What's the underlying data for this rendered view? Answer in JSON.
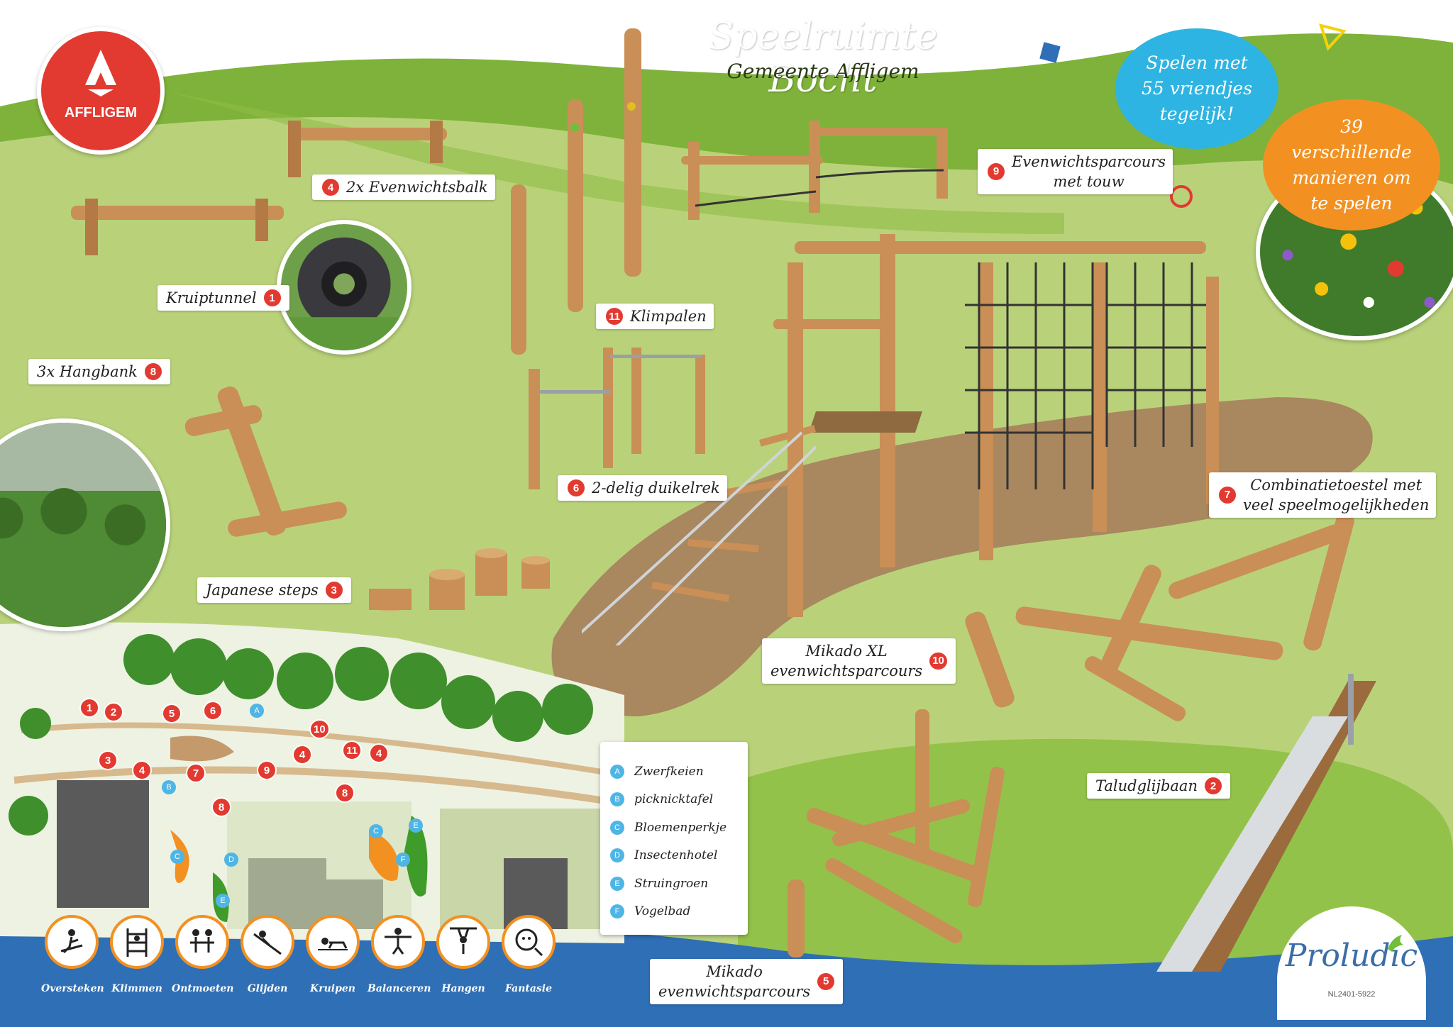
{
  "header": {
    "title": "Speelruimte Bocht",
    "subtitle": "Gemeente Affligem"
  },
  "logo": {
    "text": "AFFLIGEM"
  },
  "bubbles": {
    "blue": [
      "Spelen met",
      "55 vriendjes",
      "tegelijk!"
    ],
    "orange": [
      "39",
      "verschillende",
      "manieren om",
      "te spelen"
    ]
  },
  "items": {
    "kruiptunnel": {
      "label": "Kruiptunnel",
      "num": "1"
    },
    "taludglijbaan": {
      "label": "Taludglijbaan",
      "num": "2"
    },
    "japanese_steps": {
      "label": "Japanese steps",
      "num": "3"
    },
    "evenwichtsbalk": {
      "label": "2x Evenwichtsbalk",
      "num": "4"
    },
    "mikado": {
      "label": "Mikado",
      "label2": "evenwichtsparcours",
      "num": "5"
    },
    "duikelrek": {
      "label": "2-delig duikelrek",
      "num": "6"
    },
    "combinatie": {
      "label": "Combinatietoestel met",
      "label2": "veel speelmogelijkheden",
      "num": "7"
    },
    "hangbank": {
      "label": "3x Hangbank",
      "num": "8"
    },
    "touw": {
      "label": "Evenwichtsparcours",
      "label2": "met touw",
      "num": "9"
    },
    "mikado_xl": {
      "label": "Mikado XL",
      "label2": "evenwichtsparcours",
      "num": "10"
    },
    "klimpalen": {
      "label": "Klimpalen",
      "num": "11"
    }
  },
  "legend": [
    {
      "key": "A",
      "label": "Zwerfkeien"
    },
    {
      "key": "B",
      "label": "picknicktafel"
    },
    {
      "key": "C",
      "label": "Bloemenperkje"
    },
    {
      "key": "D",
      "label": "Insectenhotel"
    },
    {
      "key": "E",
      "label": "Struingroen"
    },
    {
      "key": "F",
      "label": "Vogelbad"
    }
  ],
  "activities": [
    {
      "label": "Oversteken",
      "icon": "crossing-icon"
    },
    {
      "label": "Klimmen",
      "icon": "climbing-icon"
    },
    {
      "label": "Ontmoeten",
      "icon": "meeting-icon"
    },
    {
      "label": "Glijden",
      "icon": "sliding-icon"
    },
    {
      "label": "Kruipen",
      "icon": "crawling-icon"
    },
    {
      "label": "Balanceren",
      "icon": "balancing-icon"
    },
    {
      "label": "Hangen",
      "icon": "hanging-icon"
    },
    {
      "label": "Fantasie",
      "icon": "fantasy-icon"
    }
  ],
  "map": {
    "markers": [
      "1",
      "2",
      "3",
      "4",
      "4",
      "4",
      "5",
      "6",
      "7",
      "8",
      "8",
      "9",
      "10",
      "11"
    ],
    "zones": [
      "A",
      "B",
      "C",
      "C",
      "D",
      "E",
      "E",
      "F"
    ]
  },
  "footer": {
    "brand": "Proludic",
    "code": "NL2401-5922"
  },
  "colors": {
    "grass_light": "#b9d27a",
    "grass_dark": "#7fb23a",
    "path": "#a9875f",
    "brand_red": "#e23a30",
    "bubble_blue": "#2eb4e2",
    "bubble_orange": "#f29122",
    "footer_blue": "#2f6fb6"
  }
}
